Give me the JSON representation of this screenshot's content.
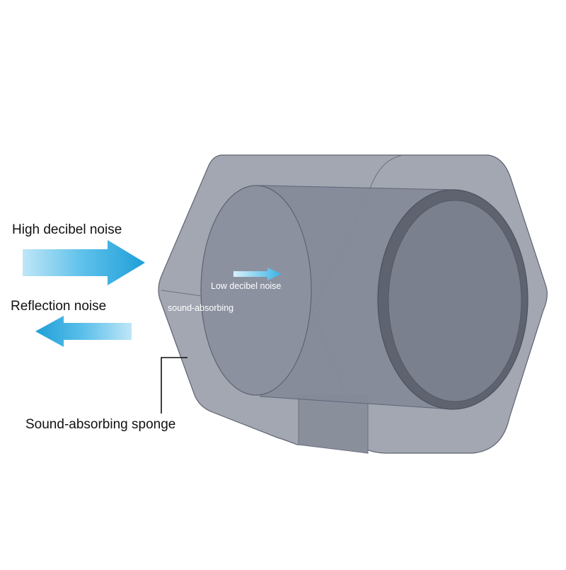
{
  "labels": {
    "high_decibel_noise": "High decibel noise",
    "reflection_noise": "Reflection noise",
    "low_decibel_noise": "Low decibel noise",
    "sound_absorbing": "sound-absorbing",
    "sound_absorbing_sponge": "Sound-absorbing sponge"
  },
  "colors": {
    "housing": "#9a9fab",
    "housing_dark": "#7d8290",
    "cylinder_body": "#858a98",
    "outline": "#5e6370",
    "ring": "#5f6370",
    "arrow_light": "#bfe6f7",
    "arrow_mid": "#5cc0ea",
    "arrow_dark": "#1f9fd8",
    "text_dark": "#111111",
    "text_light": "#ffffff"
  },
  "icons": {
    "incoming": "arrow-right-icon",
    "outgoing": "arrow-left-icon",
    "inner": "arrow-right-icon"
  }
}
